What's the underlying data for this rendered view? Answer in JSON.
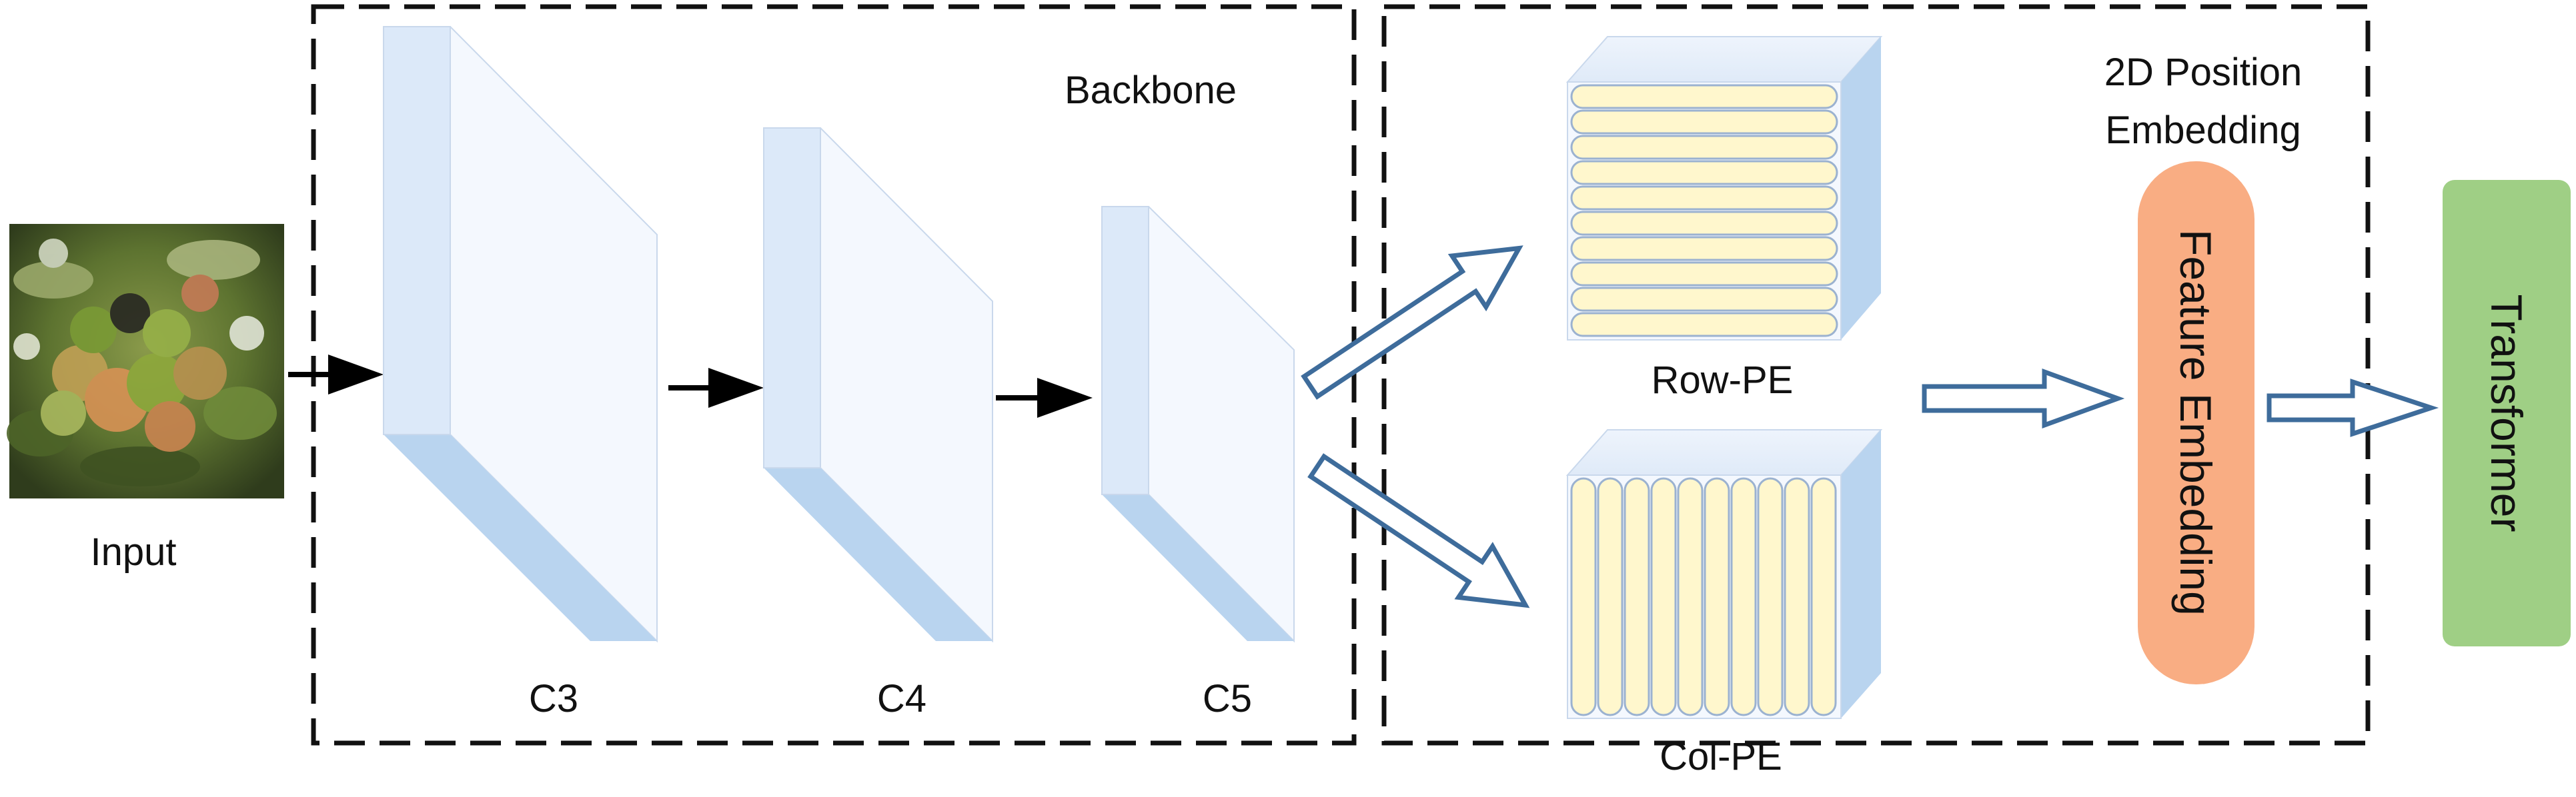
{
  "input": {
    "label": "Input",
    "image_description_icon": "photo-icon"
  },
  "backbone": {
    "title": "Backbone",
    "stages": [
      "C3",
      "C4",
      "C5"
    ]
  },
  "position_embedding": {
    "title_line1": "2D Position",
    "title_line2": "Embedding",
    "row_label": "Row-PE",
    "col_label": "Col-PE"
  },
  "feature_embedding": {
    "label": "Feature Embedding"
  },
  "transformer": {
    "label": "Transformer"
  },
  "colors": {
    "slab_front": "#f4f8fe",
    "slab_side": "#dce9f9",
    "slab_bottom": "#b9d4ef",
    "stripe_fill": "#fff7cd",
    "stripe_stroke": "#9bb2d0",
    "hollow_arrow": "#3e6c9b",
    "feature_pill": "#f9ad83",
    "transformer_box": "#9fcf85",
    "dashed_border": "#111111"
  }
}
